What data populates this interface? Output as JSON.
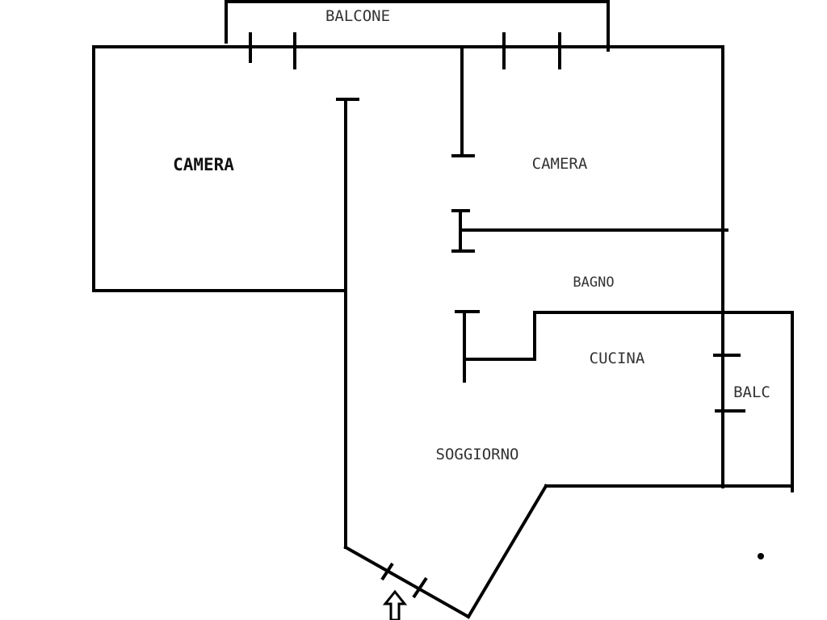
{
  "labels": {
    "balcone": "BALCONE",
    "camera_left": "CAMERA",
    "camera_right": "CAMERA",
    "bagno": "BAGNO",
    "cucina": "CUCINA",
    "balc": "BALC",
    "soggiorno": "SOGGIORNO"
  },
  "icons": {
    "entrance": "up-arrow-icon"
  },
  "colors": {
    "lines": "#000000",
    "text": "#333333",
    "background": "#ffffff"
  }
}
